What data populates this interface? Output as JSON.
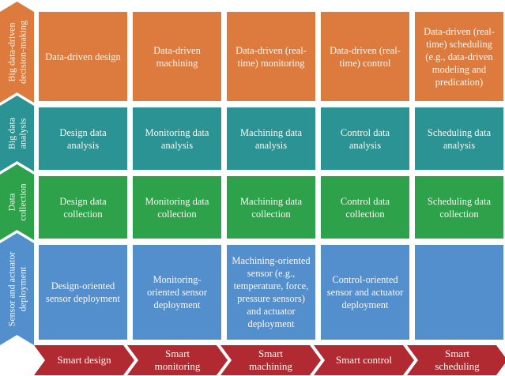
{
  "colors": {
    "orange": "#dc7b3d",
    "teal": "#2b9393",
    "green": "#2da24b",
    "blue": "#548fcd",
    "red": "#b22a31",
    "label_text": "#fdf8f2"
  },
  "left_labels": [
    {
      "line1": "Big data-driven",
      "line2": "decision-making"
    },
    {
      "line1": "Big data",
      "line2": "analysis"
    },
    {
      "line1": "Data",
      "line2": "collection"
    },
    {
      "line1": "Sensor and actuator",
      "line2": "deployment"
    }
  ],
  "grid": {
    "rows": [
      {
        "label": "Big data-driven decision-making",
        "cells": [
          "Data-driven design",
          "Data-driven machining",
          "Data-driven (real-time) monitoring",
          "Data-driven (real-time) control",
          "Data-driven (real-time) scheduling (e.g., data-driven modeling and predication)"
        ]
      },
      {
        "label": "Big data analysis",
        "cells": [
          "Design data analysis",
          "Monitoring data analysis",
          "Machining data analysis",
          "Control data analysis",
          "Scheduling data analysis"
        ]
      },
      {
        "label": "Data collection",
        "cells": [
          "Design data collection",
          "Monitoring data collection",
          "Machining data collection",
          "Control data collection",
          "Scheduling data collection"
        ]
      },
      {
        "label": "Sensor and actuator deployment",
        "cells": [
          "Design-oriented sensor deployment",
          "Monitoring-oriented sensor deployment",
          "Machining-oriented sensor (e.g., temperature, force, pressure sensors) and actuator deployment",
          "Control-oriented sensor and actuator deployment",
          ""
        ]
      }
    ]
  },
  "bottom_arrows": [
    {
      "label": "Smart design"
    },
    {
      "label": "Smart monitoring"
    },
    {
      "label": "Smart machining"
    },
    {
      "label": "Smart control"
    },
    {
      "label": "Smart scheduling"
    }
  ]
}
